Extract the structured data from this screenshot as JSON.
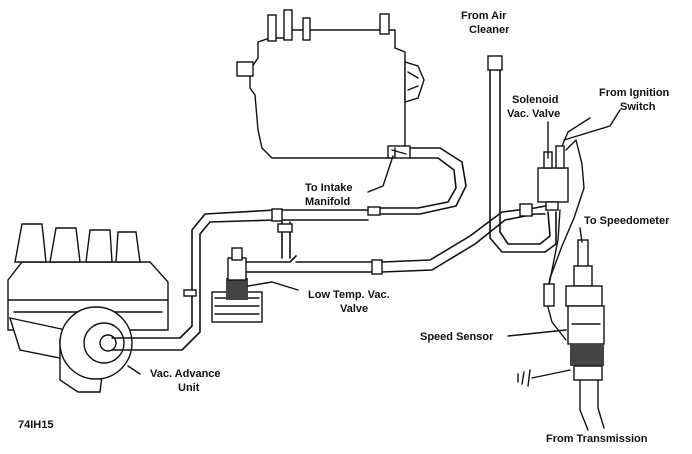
{
  "labels": {
    "from_air_cleaner_1": "From Air",
    "from_air_cleaner_2": "Cleaner",
    "solenoid_1": "Solenoid",
    "solenoid_2": "Vac. Valve",
    "ignition_1": "From Ignition",
    "ignition_2": "Switch",
    "intake_1": "To Intake",
    "intake_2": "Manifold",
    "speedometer": "To Speedometer",
    "low_temp_1": "Low Temp. Vac.",
    "low_temp_2": "Valve",
    "speed_sensor": "Speed Sensor",
    "vac_advance_1": "Vac. Advance",
    "vac_advance_2": "Unit",
    "from_transmission": "From Transmission",
    "figure_code": "74IH15"
  },
  "icons": [
    "carburetor-icon",
    "distributor-icon",
    "solenoid-valve-icon",
    "low-temp-valve-icon",
    "speed-sensor-icon",
    "ground-icon"
  ]
}
